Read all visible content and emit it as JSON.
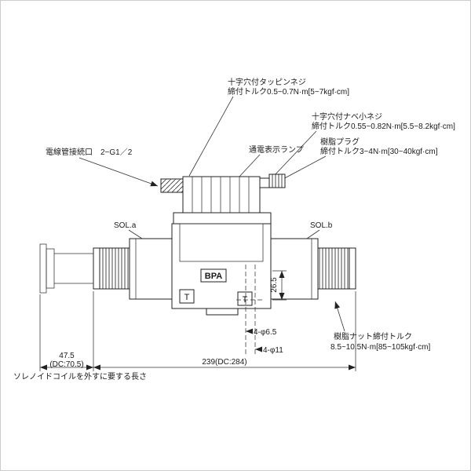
{
  "drawing": {
    "annotations": {
      "tapping_screw": {
        "line1": "十字穴付タッピンネジ",
        "line2": "締付トルク0.5~0.7N·m[5~7kgf·cm]"
      },
      "pan_head_screw": {
        "line1": "十字穴付ナベ小ネジ",
        "line2": "締付トルク0.55~0.82N·m[5.5~8.2kgf·cm]"
      },
      "resin_plug": {
        "line1": "樹脂プラグ",
        "line2": "締付トルク3~4N·m[30~40kgf·cm]"
      },
      "conduit_port": "電線管接続口　2−G1／2",
      "power_lamp": "通電表示ランプ",
      "sol_a": "SOL.a",
      "sol_b": "SOL.b",
      "resin_nut": {
        "line1": "樹脂ナット締付トルク",
        "line2": "8.5~10.5N·m[85~105kgf·cm]"
      },
      "coil_removal_note": "ソレノイドコイルを外すに要する長さ"
    },
    "body_labels": {
      "model": "BPA",
      "t_left": "T",
      "t_right": "T"
    },
    "dimensions": {
      "body_height": "26.5",
      "mount_holes_small": "4-φ6.5",
      "mount_holes_large": "4-φ11",
      "coil_removal_width": "47.5",
      "coil_removal_width_dc": "(DC:70.5)",
      "overall_length": "239(DC:284)"
    }
  }
}
